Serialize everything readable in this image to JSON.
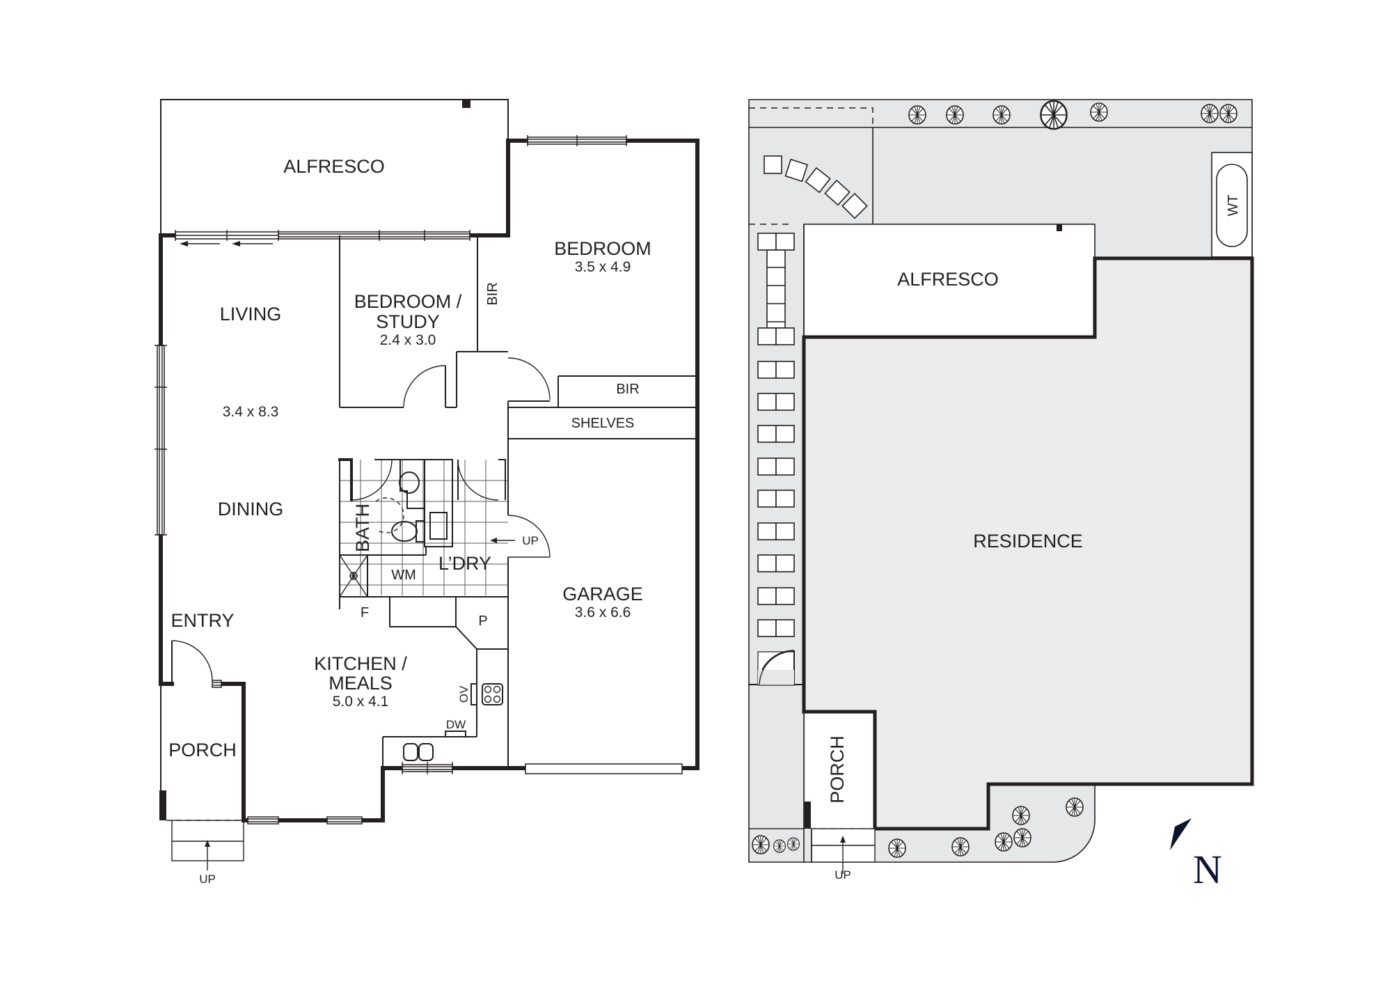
{
  "floor_plan": {
    "rooms": {
      "alfresco": {
        "label": "ALFRESCO"
      },
      "living": {
        "label": "LIVING",
        "dims": "3.4 x 8.3"
      },
      "dining": {
        "label": "DINING"
      },
      "bedroom_study": {
        "label_line1": "BEDROOM /",
        "label_line2": "STUDY",
        "dims": "2.4 x 3.0"
      },
      "bir_study": {
        "label": "BIR"
      },
      "bedroom": {
        "label": "BEDROOM",
        "dims": "3.5 x 4.9"
      },
      "bir_bedroom": {
        "label": "BIR"
      },
      "shelves": {
        "label": "SHELVES"
      },
      "bath": {
        "label": "BATH"
      },
      "wm": {
        "label": "WM"
      },
      "laundry": {
        "label": "L’DRY"
      },
      "laundry_up": {
        "label": "UP"
      },
      "fridge": {
        "label": "F"
      },
      "pantry": {
        "label": "P"
      },
      "garage": {
        "label": "GARAGE",
        "dims": "3.6 x 6.6"
      },
      "entry": {
        "label": "ENTRY"
      },
      "kitchen": {
        "label_line1": "KITCHEN /",
        "label_line2": "MEALS",
        "dims": "5.0 x 4.1"
      },
      "oven": {
        "label": "OV"
      },
      "dishwasher": {
        "label": "DW"
      },
      "porch": {
        "label": "PORCH"
      },
      "porch_up": {
        "label": "UP"
      }
    }
  },
  "site_plan": {
    "labels": {
      "alfresco": "ALFRESCO",
      "residence": "RESIDENCE",
      "water_tank": "WT",
      "porch": "PORCH",
      "porch_up": "UP"
    }
  },
  "compass": {
    "label": "N",
    "color": "#0b1430"
  },
  "colors": {
    "wall": "#231f20",
    "site_grey": "#e6e7e8",
    "residence_grey": "#ececec",
    "background": "#ffffff"
  }
}
